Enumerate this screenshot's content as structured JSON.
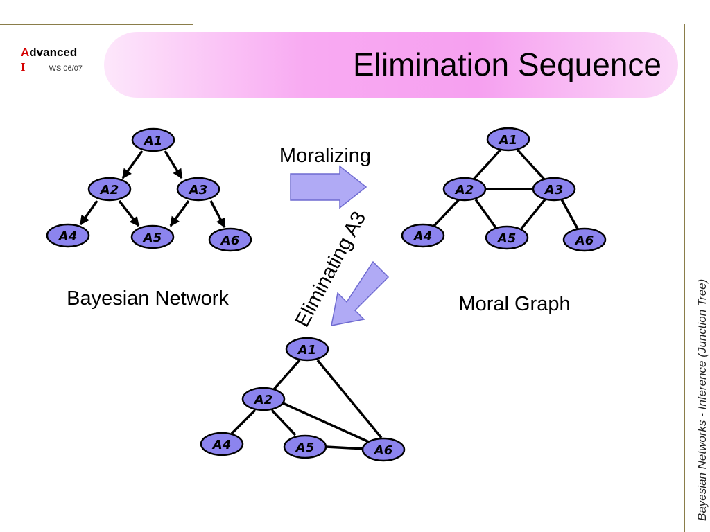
{
  "header": {
    "logo_first_letter": "A",
    "logo_rest": "dvanced",
    "logo_second_letter": "I",
    "term": "WS 06/07",
    "title": "Elimination Sequence",
    "side_label": "Bayesian Networks  - Inference (Junction Tree)"
  },
  "colors": {
    "node_fill": "#8c84ee",
    "arrow_fill": "#b0aaf5",
    "title_band": "#f6a0f0",
    "logo_red": "#d40000"
  },
  "captions": {
    "bayesian": "Bayesian Network",
    "moral": "Moral Graph",
    "moralizing": "Moralizing",
    "eliminating": "Eliminating A3"
  },
  "graphs": {
    "bayesian": {
      "nodes": [
        "A1",
        "A2",
        "A3",
        "A4",
        "A5",
        "A6"
      ],
      "edges": [
        [
          "A1",
          "A2"
        ],
        [
          "A1",
          "A3"
        ],
        [
          "A2",
          "A4"
        ],
        [
          "A2",
          "A5"
        ],
        [
          "A3",
          "A5"
        ],
        [
          "A3",
          "A6"
        ]
      ],
      "directed": true
    },
    "moral": {
      "nodes": [
        "A1",
        "A2",
        "A3",
        "A4",
        "A5",
        "A6"
      ],
      "edges": [
        [
          "A1",
          "A2"
        ],
        [
          "A1",
          "A3"
        ],
        [
          "A2",
          "A3"
        ],
        [
          "A2",
          "A4"
        ],
        [
          "A2",
          "A5"
        ],
        [
          "A3",
          "A5"
        ],
        [
          "A3",
          "A6"
        ]
      ],
      "directed": false
    },
    "eliminated": {
      "nodes": [
        "A1",
        "A2",
        "A4",
        "A5",
        "A6"
      ],
      "edges": [
        [
          "A1",
          "A2"
        ],
        [
          "A1",
          "A6"
        ],
        [
          "A2",
          "A4"
        ],
        [
          "A2",
          "A5"
        ],
        [
          "A2",
          "A6"
        ],
        [
          "A5",
          "A6"
        ]
      ],
      "directed": false
    }
  }
}
